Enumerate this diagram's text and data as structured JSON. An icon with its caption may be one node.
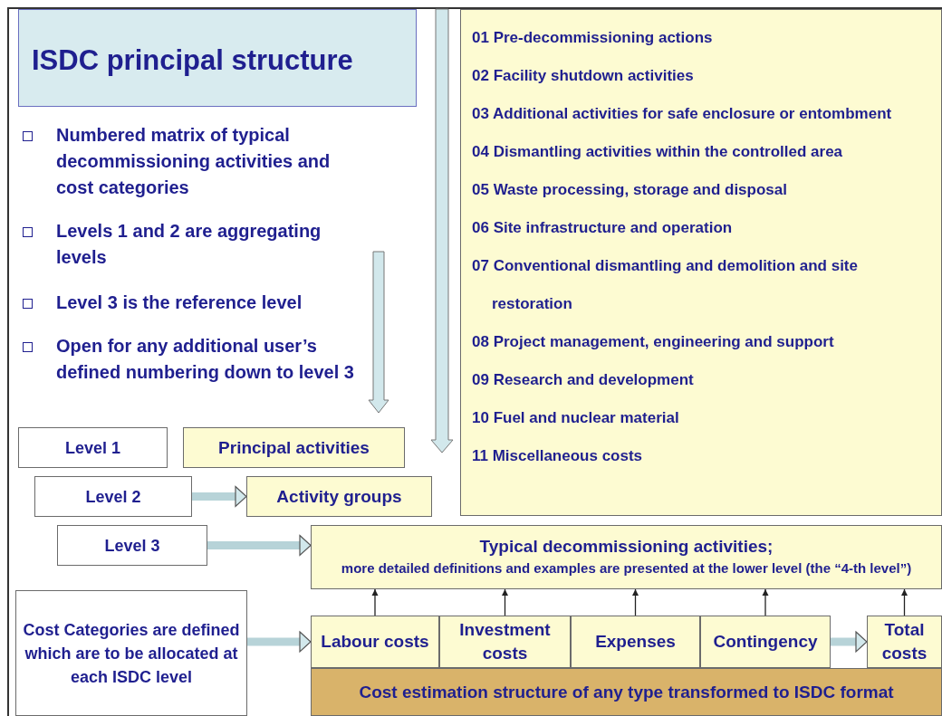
{
  "diagram": {
    "title": "ISDC principal structure",
    "nodes": [
      {
        "text": [
          "01 Pre-decommissioning actions",
          "02 Facility shutdown activities",
          "03 Additional activities for safe enclosure or entombment",
          "04 Dismantling activities within the controlled area",
          "05 Waste processing, storage and disposal",
          "06 Site infrastructure and operation",
          "07 Conventional dismantling and demolition and site restoration",
          "08 Project management, engineering and support",
          "09 Research and development",
          "10 Fuel and nuclear material",
          "11 Miscellaneous costs"
        ]
      },
      {
        "text": [
          "Level 1"
        ]
      },
      {
        "text": [
          "Principal activities"
        ]
      },
      {
        "text": [
          "Level 2"
        ]
      },
      {
        "text": [
          "Activity groups"
        ]
      },
      {
        "text": [
          "Level 3"
        ]
      },
      {
        "text": [
          "Typical decommissioning activities;",
          "more detailed definitions and examples are presented at the lower level (the “4-th level”)"
        ]
      },
      {
        "text": [
          "Cost Categories are defined which are to be allocated at each ISDC level"
        ]
      },
      {
        "text": [
          "Labour costs"
        ]
      },
      {
        "text": [
          "Investment costs"
        ]
      },
      {
        "text": [
          "Expenses"
        ]
      },
      {
        "text": [
          "Contingency"
        ]
      },
      {
        "text": [
          "Total costs"
        ]
      },
      {
        "text": [
          "Cost estimation structure of any type transformed to ISDC format"
        ]
      }
    ],
    "edges": [
      {
        "from": 3,
        "to": 4,
        "arrow": "to",
        "style": "thick",
        "color": "#b7d3d8"
      },
      {
        "from": 5,
        "to": 6,
        "arrow": "to",
        "style": "thick",
        "color": "#b7d3d8"
      },
      {
        "from": 7,
        "to": 8,
        "arrow": "to",
        "style": "thick",
        "color": "#b7d3d8"
      },
      {
        "from": 11,
        "to": 12,
        "arrow": "to",
        "style": "thick",
        "color": "#b7d3d8"
      },
      {
        "from": 8,
        "to": 6,
        "arrow": "to"
      },
      {
        "from": 9,
        "to": 6,
        "arrow": "to"
      },
      {
        "from": 10,
        "to": 6,
        "arrow": "to"
      },
      {
        "from": 11,
        "to": 6,
        "arrow": "to"
      },
      {
        "from": 12,
        "to": 6,
        "arrow": "to"
      }
    ],
    "labels": [
      "Numbered matrix of typical decommissioning activities and cost categories",
      "Levels 1 and 2 are aggregating levels",
      "Level 3 is the reference level",
      "Open for any additional user’s defined numbering down to level 3"
    ]
  }
}
